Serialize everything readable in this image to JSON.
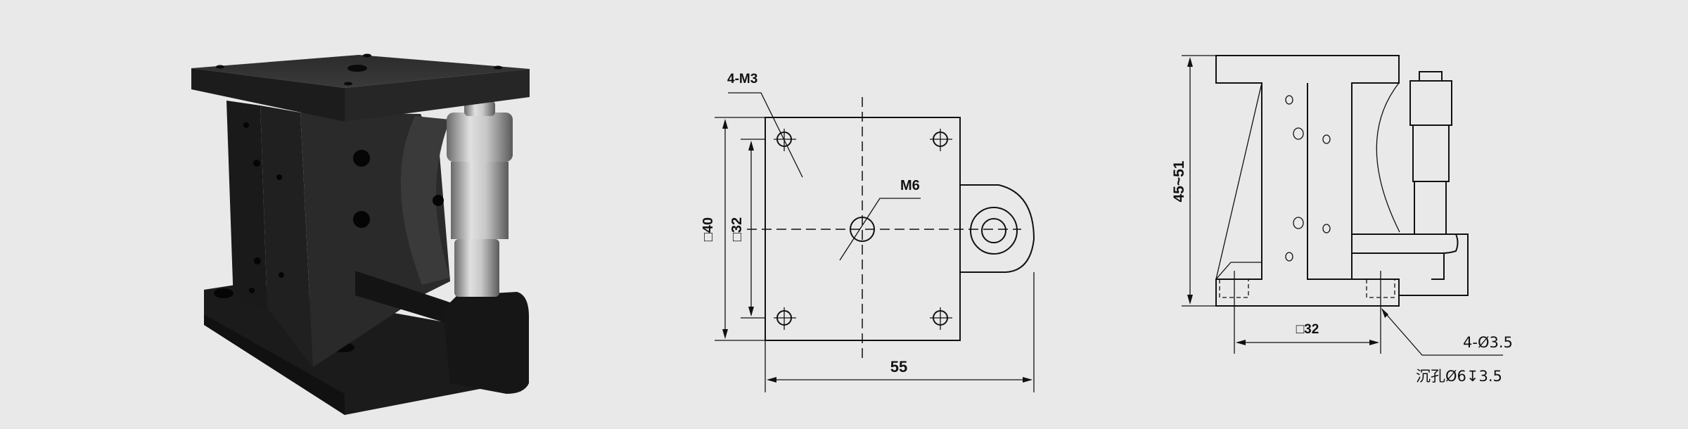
{
  "product_render": {
    "description_label": "",
    "colors": {
      "body": "#1e1e1e",
      "metal": "#b8b8b8",
      "background": "#e9e9e9"
    }
  },
  "top_view": {
    "hole_callout": "4-M3",
    "center_hole_callout": "M6",
    "outer_square": "□40",
    "hole_pitch": "□32",
    "overall_length": "55"
  },
  "side_view": {
    "height_range": "45~51",
    "mount_pitch": "□32",
    "mount_holes": "4-Ø3.5",
    "counterbore": "沉孔Ø6↧3.5"
  }
}
